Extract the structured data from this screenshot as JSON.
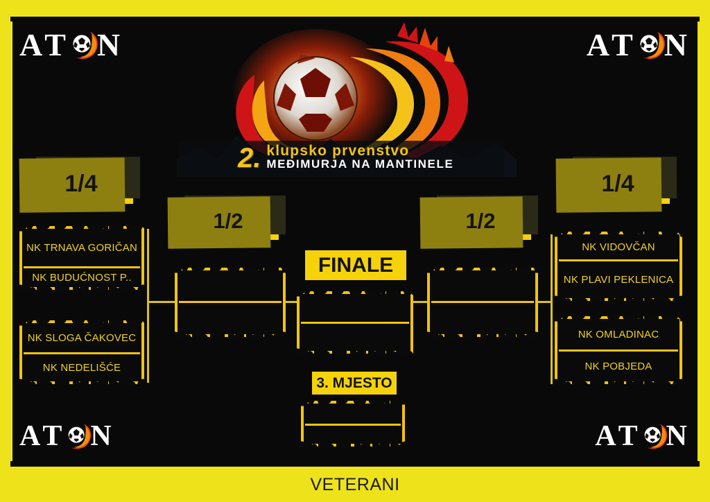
{
  "poster": {
    "caption": "VETERANI",
    "colors": {
      "border_yellow": "#eee31a",
      "panel_black": "#090909",
      "box_yellow": "#f2c40b",
      "plaque_yellow": "#f6d20a",
      "team_text": "#f0d21e"
    }
  },
  "brand": {
    "logo_text": "ATON",
    "letters": [
      "A",
      "T",
      "N"
    ],
    "ball_icon": "soccer-ball-icon"
  },
  "event_logo": {
    "number": "2.",
    "line1": "klupsko prvenstvo",
    "line2": "MEĐIMURJA NA MANTINELE",
    "ball_icon": "flaming-soccer-ball-icon"
  },
  "rounds": {
    "quarter_left": "1/4",
    "quarter_right": "1/4",
    "semi_left": "1/2",
    "semi_right": "1/2",
    "final": "FINALE",
    "third_place": "3. MJESTO"
  },
  "bracket": {
    "left": {
      "groups": [
        {
          "slots": [
            "NK TRNAVA GORIČAN",
            "NK BUDUĆNOST P.."
          ]
        },
        {
          "slots": [
            "NK SLOGA ČAKOVEC",
            "NK NEDELIŠĆE"
          ]
        }
      ],
      "semifinal": {
        "slots": [
          "",
          ""
        ]
      }
    },
    "right": {
      "groups": [
        {
          "slots": [
            "NK VIDOVČAN",
            "NK PLAVI PEKLENICA"
          ]
        },
        {
          "slots": [
            "NK OMLADINAC",
            "NK POBJEDA"
          ]
        }
      ],
      "semifinal": {
        "slots": [
          "",
          ""
        ]
      }
    },
    "final": {
      "slots": [
        "",
        ""
      ]
    },
    "third_place": {
      "slots": [
        "",
        ""
      ]
    }
  }
}
